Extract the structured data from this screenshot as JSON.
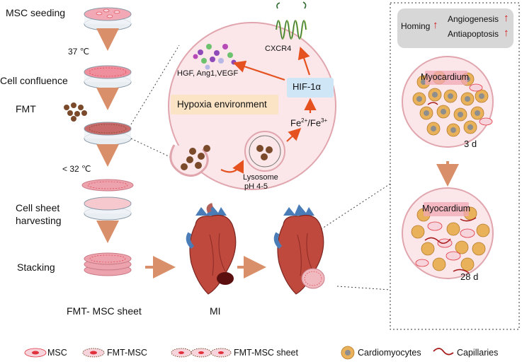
{
  "steps": {
    "seeding": "MSC seeding",
    "temp1": "37 ℃",
    "confluence": "Cell confluence",
    "fmt": "FMT",
    "temp2": "< 32 ℃",
    "harvest_line1": "Cell sheet",
    "harvest_line2": "harvesting",
    "stacking": "Stacking",
    "sheet_caption": "FMT- MSC sheet",
    "mi_caption": "MI"
  },
  "mechanism": {
    "cxcr4": "CXCR4",
    "factors": "HGF, Ang1,VEGF",
    "hif": "HIF-1α",
    "hypoxia": "Hypoxia environment",
    "iron_fe": "Fe",
    "iron_2": "2+",
    "iron_sep": "/Fe",
    "iron_3": "3+",
    "lysosome": "Lysosome",
    "ph": "pH 4-5"
  },
  "effects": {
    "homing": "Homing",
    "angiogenesis": "Angiogenesis",
    "antiapoptosis": "Antiapoptosis",
    "arrow": "↑"
  },
  "panels": {
    "myocardium_early": "Myocardium",
    "day_early": "3 d",
    "myocardium_late": "Myocardium",
    "day_late": "28 d"
  },
  "legend": {
    "msc": "MSC",
    "fmt_msc": "FMT-MSC",
    "sheet": "FMT-MSC sheet",
    "cardiomyocytes": "Cardiomyocytes",
    "capillaries": "Capillaries"
  },
  "colors": {
    "arrow_orange": "#e5521f",
    "step_arrow": "#d9906a",
    "cell_pink": "#f2a8b5",
    "nucleus_red": "#e0323d",
    "np_brown": "#7a4a2a",
    "hif_blue": "#cfe6f6",
    "hypoxia_peach": "#fbe3c5",
    "capillary": "#a81b1b",
    "cardio_gold": "#e8b15a"
  }
}
